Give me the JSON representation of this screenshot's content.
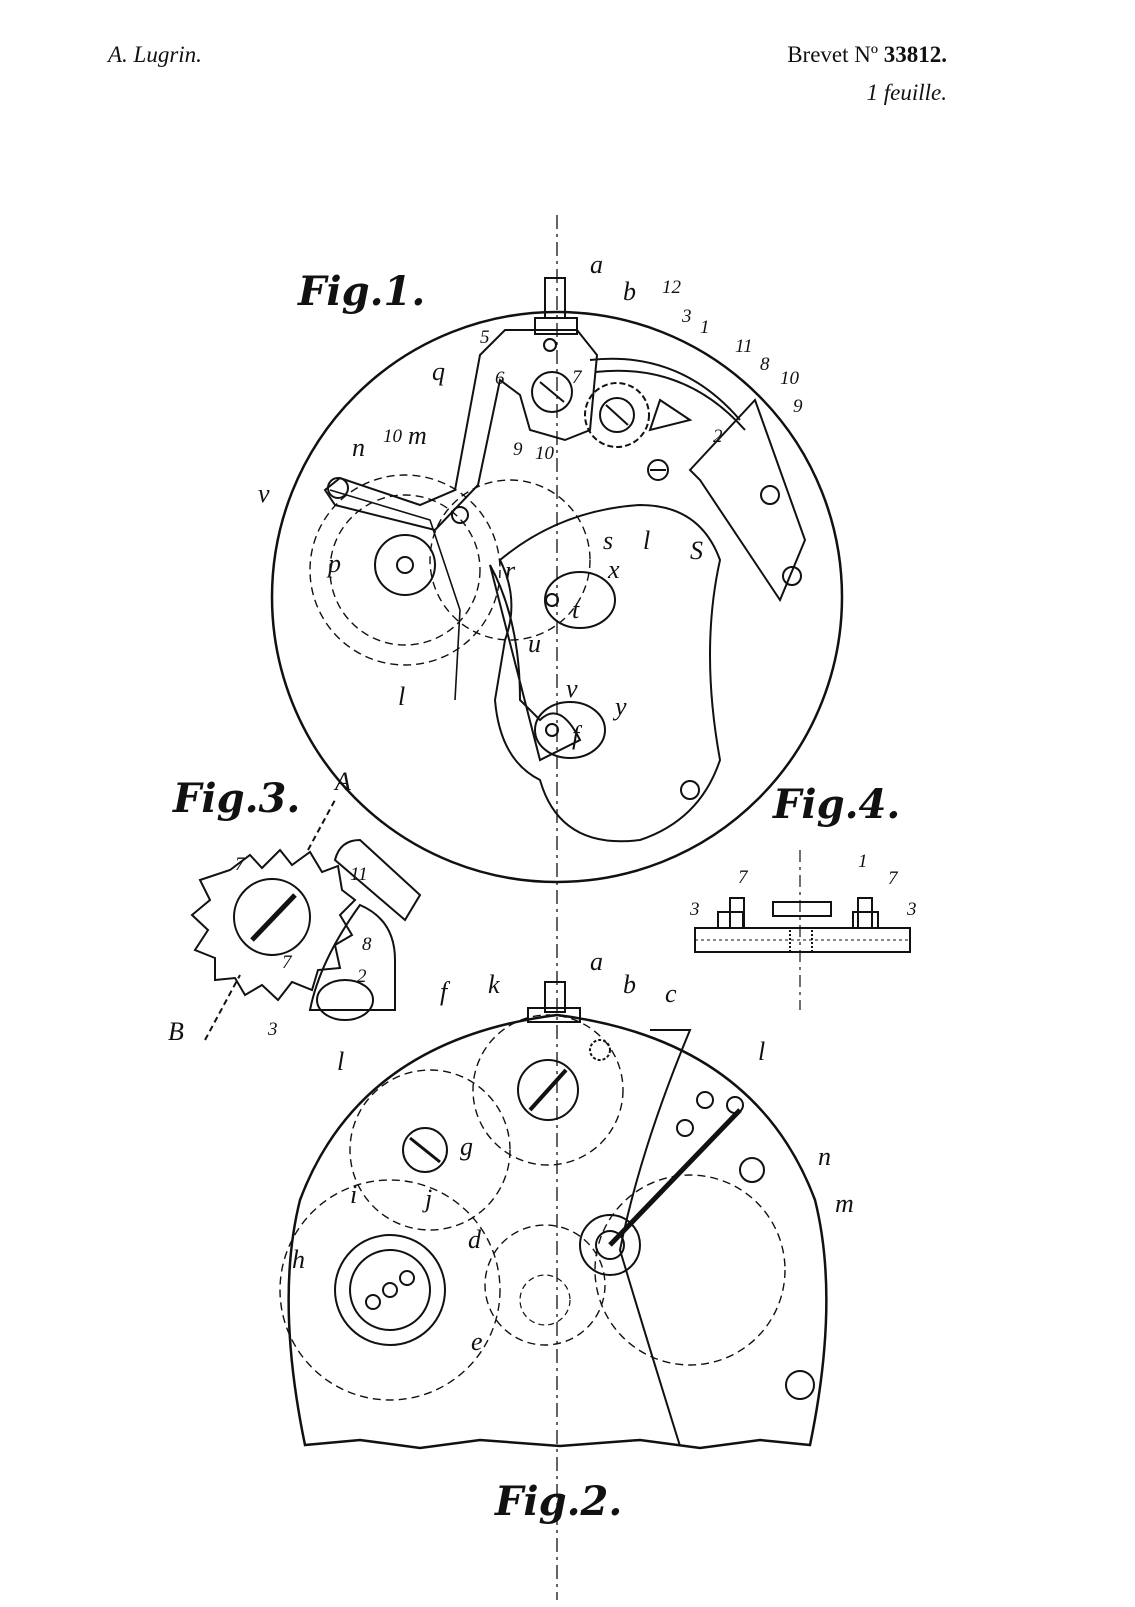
{
  "header": {
    "author": "A. Lugrin.",
    "brevet_prefix": "Brevet  Nº",
    "brevet_number": "33812.",
    "sheets": "1 feuille."
  },
  "figures": {
    "fig1": "Fig.1.",
    "fig2": "Fig.2.",
    "fig3": "Fig.3.",
    "fig4": "Fig.4."
  },
  "labels": {
    "fig1": [
      "a",
      "b",
      "12",
      "3",
      "1",
      "11",
      "8",
      "10",
      "9",
      "2",
      "5",
      "6",
      "7",
      "q",
      "10",
      "m",
      "n",
      "9",
      "10",
      "v",
      "p",
      "s",
      "l",
      "S",
      "r",
      "x",
      "t",
      "u",
      "l",
      "v",
      "y",
      "f"
    ],
    "fig2": [
      "a",
      "b",
      "c",
      "f",
      "k",
      "l",
      "n",
      "g",
      "i",
      "j",
      "m",
      "h",
      "d",
      "e"
    ],
    "fig3": [
      "A",
      "7",
      "11",
      "7",
      "8",
      "2",
      "B",
      "3",
      "l"
    ],
    "fig4": [
      "7",
      "1",
      "7",
      "3",
      "3"
    ]
  }
}
